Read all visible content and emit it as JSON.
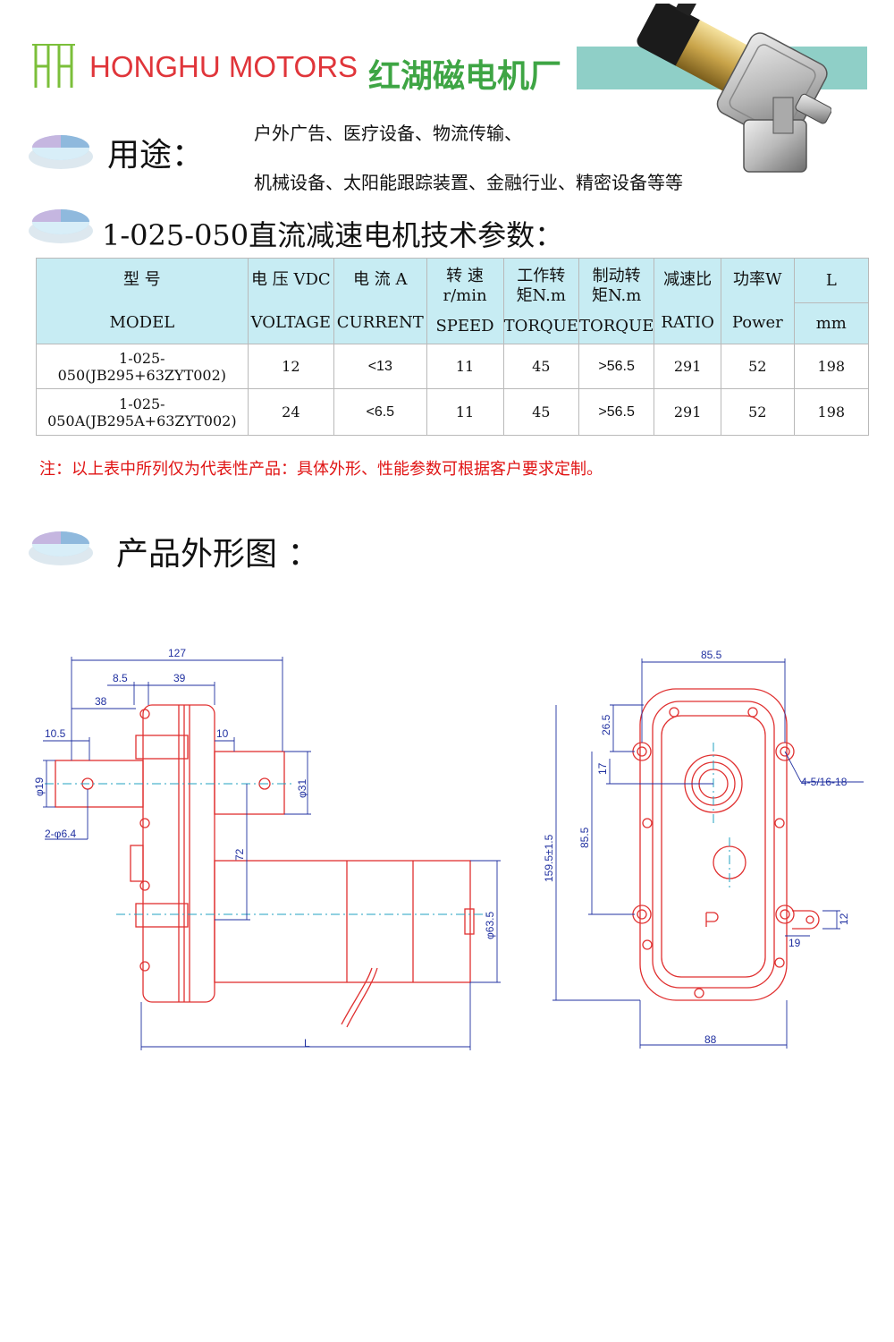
{
  "header": {
    "brand": "HONGHU MOTORS",
    "brand_cn": "红湖磁电机厂",
    "band_color": "#8fcfc7",
    "brand_color": "#e0353a",
    "brand_cn_color": "#3ea544"
  },
  "usage": {
    "title": "用途：",
    "line1": "户外广告、医疗设备、物流传输、",
    "line2": "机械设备、太阳能跟踪装置、金融行业、精密设备等等"
  },
  "specs": {
    "title": "1-025-050直流减速电机技术参数：",
    "headers": {
      "model_cn": "型 号",
      "model_en": "MODEL",
      "voltage_cn": "电 压 VDC",
      "voltage_en": "VOLTAGE",
      "current_cn": "电 流 A",
      "current_en": "CURRENT",
      "speed_cn_1": "转 速",
      "speed_cn_2": "r/min",
      "speed_en": "SPEED",
      "torque_cn_1": "工作转",
      "torque_cn_2": "矩N.m",
      "torque_en": "TORQUE",
      "brake_cn_1": "制动转",
      "brake_cn_2": "矩N.m",
      "brake_en": "TORQUE",
      "ratio_cn": "减速比",
      "ratio_en": "RATIO",
      "power_cn": "功率W",
      "power_en": "Power",
      "length_cn": "L",
      "length_en": "mm"
    },
    "rows": [
      {
        "model": "1-025-050(JB295+63ZYT002)",
        "voltage": "12",
        "current": "<13",
        "speed": "11",
        "torque": "45",
        "brake": ">56.5",
        "ratio": "291",
        "power": "52",
        "length": "198"
      },
      {
        "model": "1-025-050A(JB295A+63ZYT002)",
        "voltage": "24",
        "current": "<6.5",
        "speed": "11",
        "torque": "45",
        "brake": ">56.5",
        "ratio": "291",
        "power": "52",
        "length": "198"
      }
    ],
    "header_bg": "#c7ecf3",
    "note": "注：以上表中所列仅为代表性产品：具体外形、性能参数可根据客户要求定制。",
    "note_color": "#e01414"
  },
  "outline": {
    "title": "产品外形图 ：",
    "side_dims": {
      "d127": "127",
      "d8_5": "8.5",
      "d39": "39",
      "d38": "38",
      "d10_5": "10.5",
      "d10": "10",
      "d19": "φ19",
      "d31": "φ31",
      "hole": "2-φ6.4",
      "d72": "72",
      "d63_5": "φ63.5",
      "dL": "L"
    },
    "front_dims": {
      "d85_5_top": "85.5",
      "d26_5": "26.5",
      "d17": "17",
      "d4_5_16": "4-5/16-18",
      "d159": "159.5±1.5",
      "d85_5_v": "85.5",
      "d12": "12",
      "d19": "19",
      "d88": "88"
    },
    "line_color": "#e03030",
    "dim_color": "#2030a0",
    "center_color": "#20a0c0"
  }
}
